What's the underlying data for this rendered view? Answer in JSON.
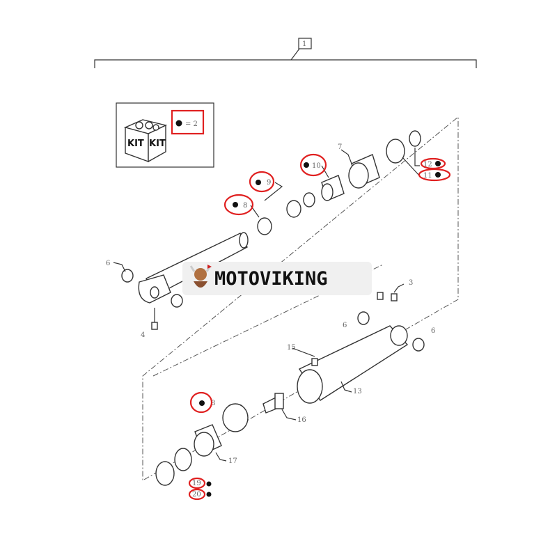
{
  "diagram": {
    "assembly_label": "1",
    "kit_legend": {
      "box_text": [
        "KIT",
        "KIT"
      ],
      "equals_label": "= 2"
    },
    "part_labels": {
      "p7": "7",
      "p8a": "8",
      "p9": "9",
      "p10": "10",
      "p11": "11",
      "p12": "12",
      "p6a": "6",
      "p4": "4",
      "p3": "3",
      "p6b": "6",
      "p6c": "6",
      "p15": "15",
      "p13": "13",
      "p8b": "8",
      "p16": "16",
      "p17": "17",
      "p19": "19",
      "p20": "20"
    },
    "highlight_color": "#e02020"
  },
  "watermark": {
    "text": "MOTOVIKING"
  }
}
